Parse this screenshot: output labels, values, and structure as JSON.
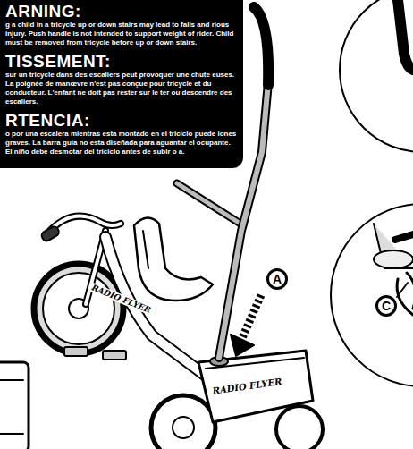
{
  "diagram": {
    "nodes": [
      {
        "text": [
          "ARNING:",
          "g a child in a tricycle up or down stairs may lead to falls and rious injury. Push handle is not intended to support weight of rider. Child must be removed from tricycle before up or down stairs.",
          "TISSEMENT:",
          "sur un tricycle dans des escaliers peut provoquer une chute euses. La poignée de manœvre n'est pas conçue pour tricycle et du conducteur. L'enfant ne doit pas rester sur le ter ou descendre des escaliers.",
          "RTENCIA:",
          "o por una escalera mientras esta montado en el triciclo puede iones graves. La barra guia no esta diseñada para aguantar el ocupante. El niño debe desmotar del triciclo antes de subir o a."
        ]
      },
      {
        "text": [
          "A"
        ]
      },
      {
        "text": [
          "C"
        ]
      }
    ],
    "labels": [
      "RADIO FLYER",
      "RADIO FLYER"
    ]
  }
}
